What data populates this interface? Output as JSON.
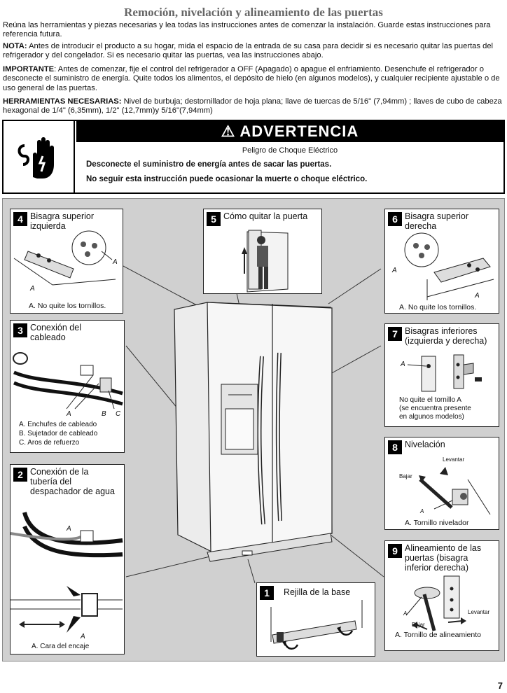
{
  "title": "Remoción, nivelación y alineamiento de las puertas",
  "intro": "Reúna las herramientas y piezas necesarias y lea todas las instrucciones antes de comenzar la instalación. Guarde estas instrucciones para referencia futura.",
  "nota": {
    "label": "NOTA:",
    "text": " Antes de introducir el producto a su hogar, mida el espacio de la entrada de su casa para decidir si es necesario quitar las puertas del refrigerador y del congelador. Si es necesario quitar las puertas, vea las instrucciones abajo."
  },
  "importante": {
    "label": "IMPORTANTE",
    "text": ": Antes de comenzar, fije el control del refrigerador a OFF (Apagado) o apague el enfriamiento. Desenchufe el refrigerador o desconecte el suministro de energía. Quite todos los alimentos, el depósito de hielo (en algunos modelos), y cualquier recipiente ajustable o de uso general de las puertas."
  },
  "herramientas": {
    "label": "HERRAMIENTAS NECESARIAS:",
    "text": " Nivel de burbuja; destornillador de hoja plana; llave de tuercas de 5/16\" (7,94mm) ; llaves de cubo de cabeza hexagonal de 1/4\" (6,35mm), 1/2\" (12,7mm)y 5/16\"(7,94mm)"
  },
  "warning": {
    "heading": "ADVERTENCIA",
    "subheading": "Peligro de Choque Eléctrico",
    "line1": "Desconecte el suministro de energía antes de sacar las puertas.",
    "line2": "No seguir esta instrucción puede ocasionar la muerte o choque eléctrico."
  },
  "panels": {
    "p4": {
      "num": "4",
      "title1": "Bisagra superior",
      "title2": "izquierda",
      "letter": "A",
      "cap": "A. No quite los tornillos."
    },
    "p5": {
      "num": "5",
      "title": "Cómo quitar la puerta"
    },
    "p6": {
      "num": "6",
      "title1": "Bisagra superior",
      "title2": "derecha",
      "letter": "A",
      "cap": "A. No quite los tornillos."
    },
    "p3": {
      "num": "3",
      "title1": "Conexión del",
      "title2": "cableado",
      "la": "A",
      "lb": "B",
      "lc": "C",
      "cap1": "A. Enchufes de cableado",
      "cap2": "B. Sujetador de cableado",
      "cap3": "C. Aros de refuerzo"
    },
    "p7": {
      "num": "7",
      "title1": "Bisagras inferiores",
      "title2": "(izquierda y derecha)",
      "letter": "A",
      "cap1": "No quite el tornillo A",
      "cap2": "(se encuentra presente",
      "cap3": "en algunos modelos)"
    },
    "p8": {
      "num": "8",
      "title": "Nivelación",
      "levantar": "Levantar",
      "bajar": "Bajar",
      "letter": "A",
      "cap": "A. Tornillo nivelador"
    },
    "p2": {
      "num": "2",
      "title1": "Conexión de la",
      "title2": "tubería del",
      "title3": "despachador de agua",
      "la": "A",
      "lb": "A",
      "cap": "A. Cara del encaje"
    },
    "p9": {
      "num": "9",
      "title1": "Alineamiento de las",
      "title2": "puertas (bisagra",
      "title3": "inferior derecha)",
      "levantar": "Levantar",
      "bajar": "Bajar",
      "letter": "A",
      "cap": "A. Tornillo de alineamiento"
    },
    "p1": {
      "num": "1",
      "title": "Rejilla de la base"
    }
  },
  "page_number": "7"
}
